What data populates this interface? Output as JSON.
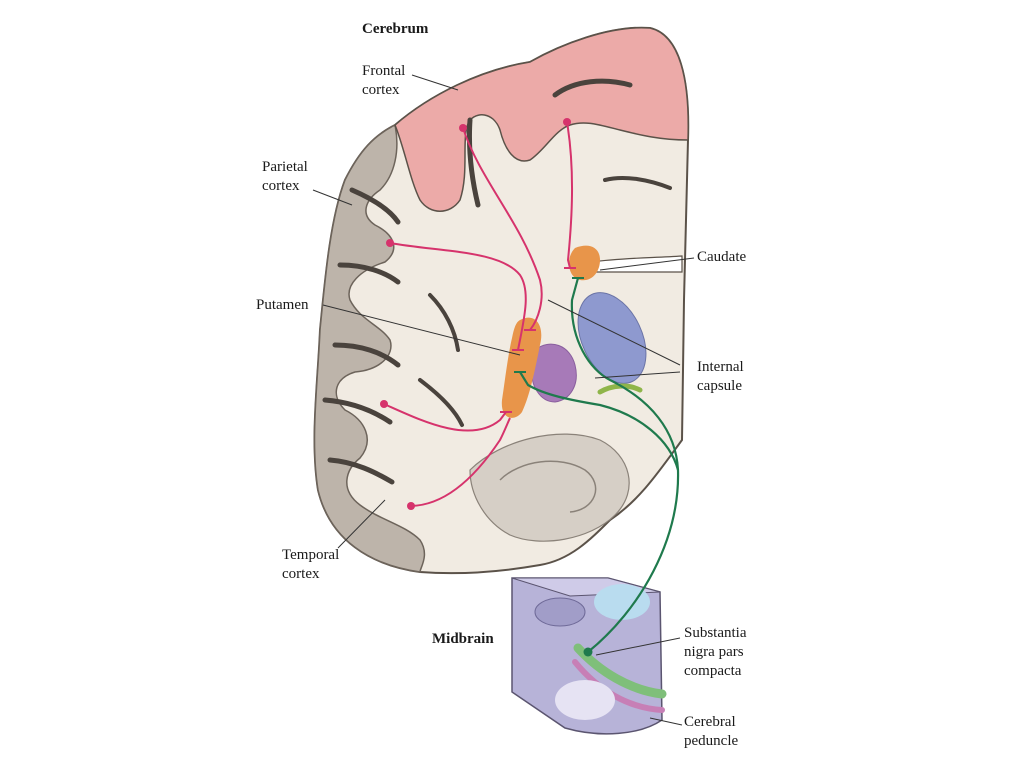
{
  "titles": {
    "cerebrum": "Cerebrum",
    "midbrain": "Midbrain"
  },
  "labels": {
    "frontal": [
      "Frontal",
      "cortex"
    ],
    "parietal": [
      "Parietal",
      "cortex"
    ],
    "caudate": [
      "Caudate"
    ],
    "putamen": [
      "Putamen"
    ],
    "internal_capsule": [
      "Internal",
      "capsule"
    ],
    "temporal": [
      "Temporal",
      "cortex"
    ],
    "substantia_nigra": [
      "Substantia",
      "nigra pars",
      "compacta"
    ],
    "cerebral_peduncle": [
      "Cerebral",
      "peduncle"
    ]
  },
  "colors": {
    "cortical_pathway": "#d6336c",
    "nigrostriatal_pathway": "#1f7a4d",
    "striatum": "#e8954a",
    "globus_pallidus": "#a77ab8",
    "thalamus": "#8e99cf",
    "frontal_cortex": "#ecaaa8",
    "gray_matter": "#bdb4aa",
    "white_matter": "#f1ebe2",
    "midbrain": "#b7b3d8"
  }
}
